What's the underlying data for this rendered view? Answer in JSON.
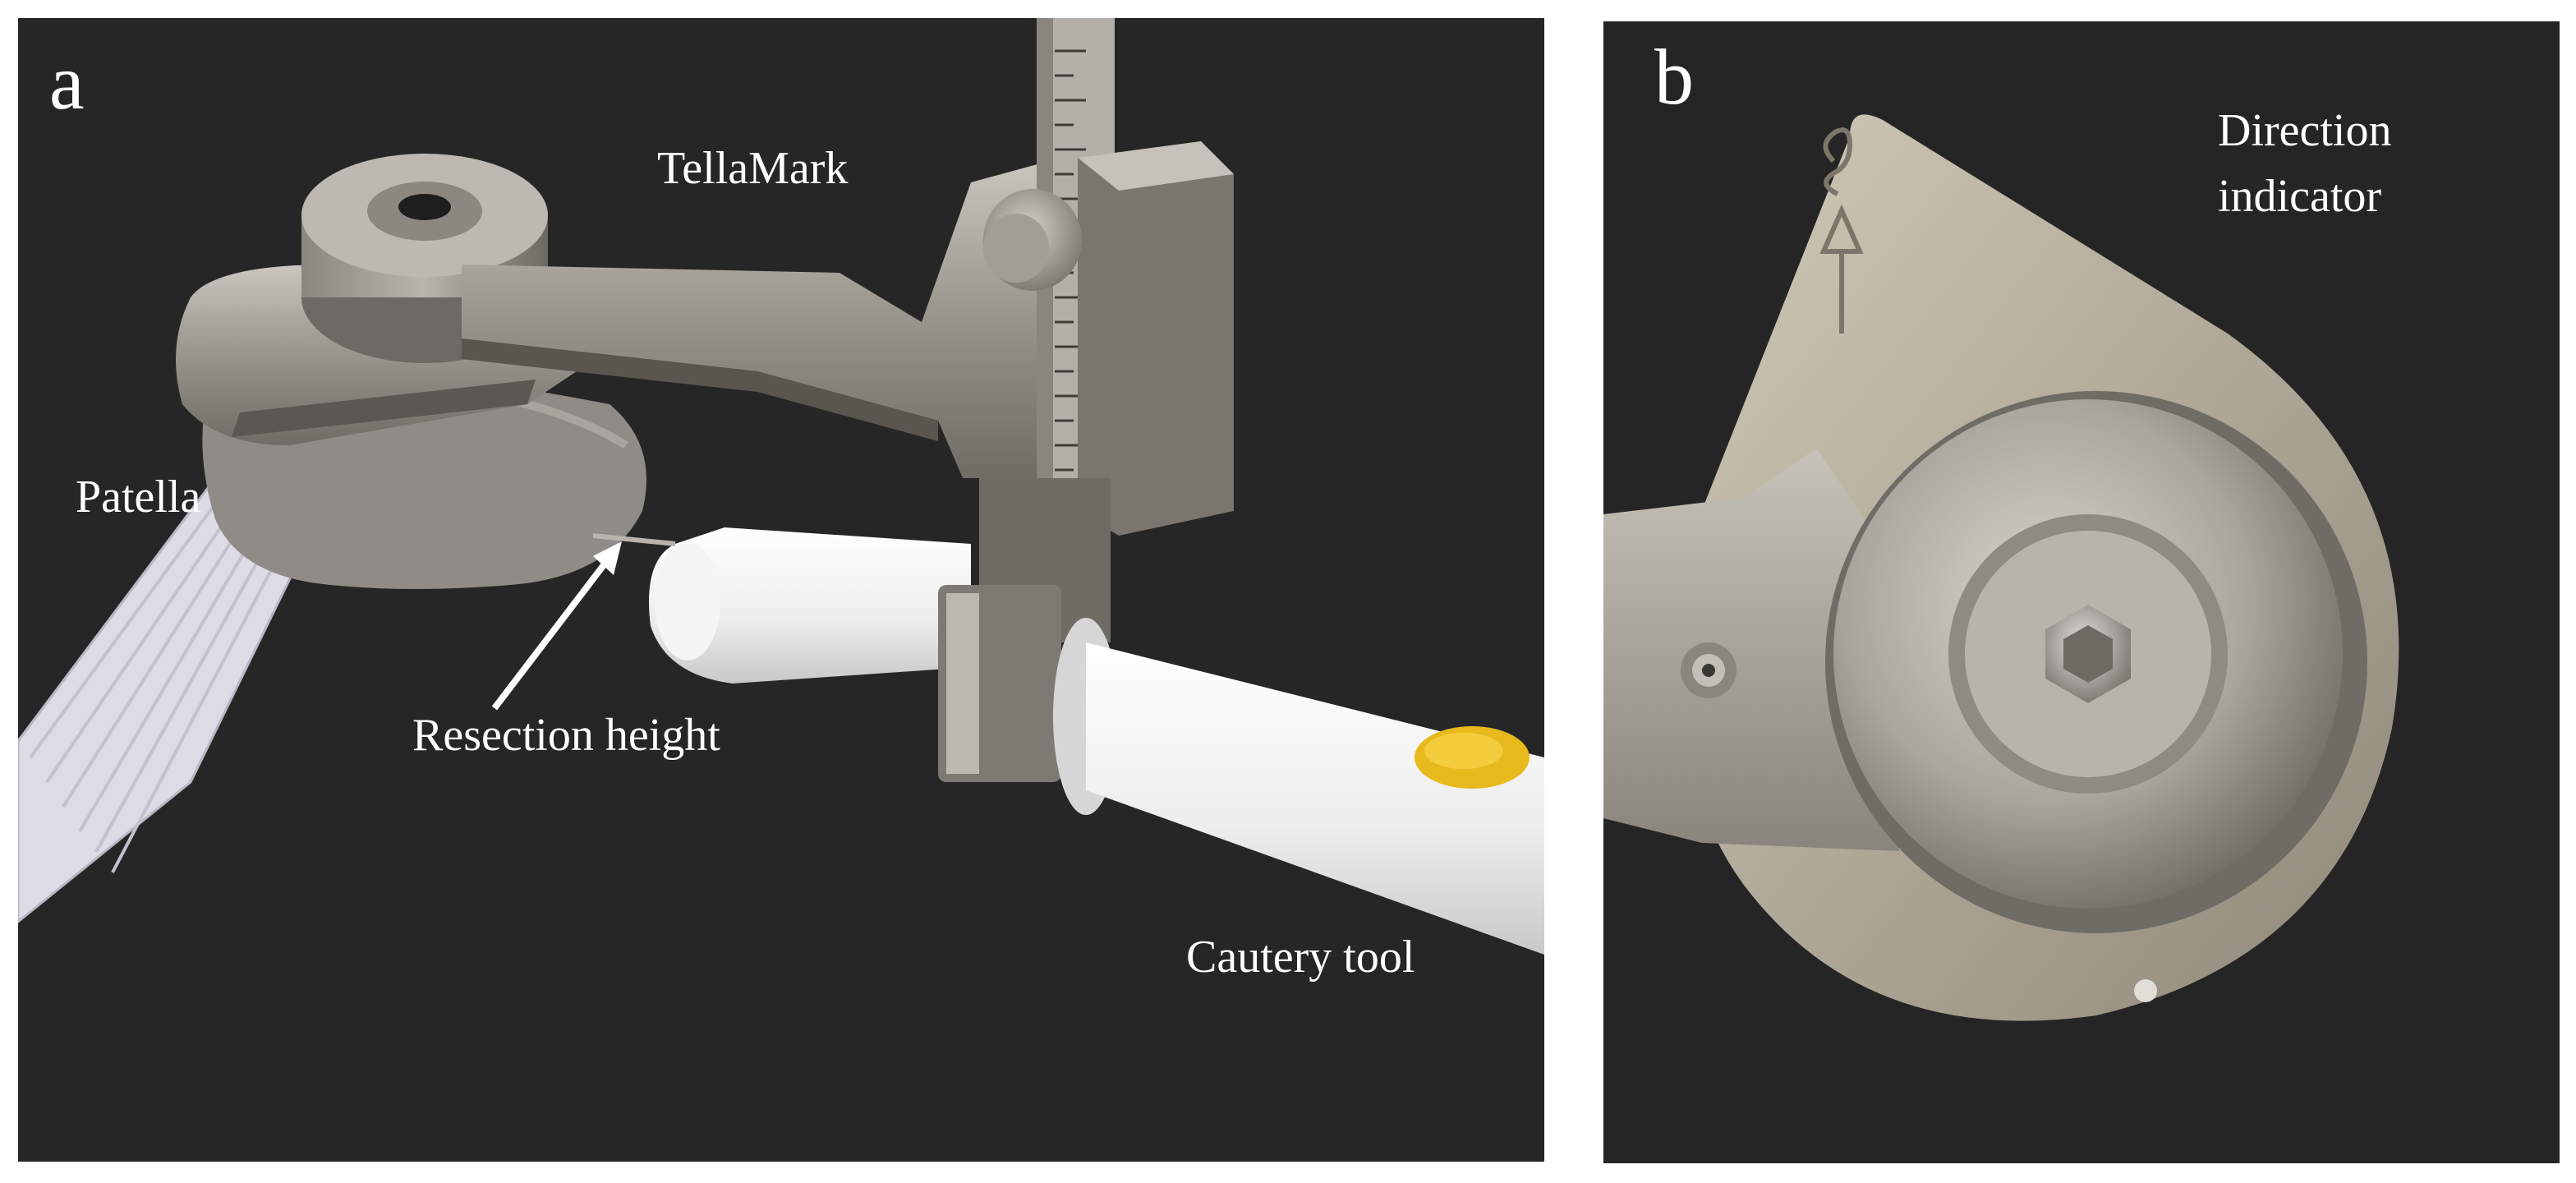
{
  "figure": {
    "panel_a": {
      "letter": "a",
      "labels": {
        "device": "TellaMark",
        "patella": "Patella",
        "resection": "Resection height",
        "cautery": "Cautery tool"
      }
    },
    "panel_b": {
      "letter": "b",
      "labels": {
        "direction_line1": "Direction",
        "direction_line2": "indicator"
      }
    }
  },
  "colors": {
    "background": "#262626",
    "label_text": "#ffffff",
    "metal": "#a7a39c",
    "button": "#e8b91c"
  }
}
